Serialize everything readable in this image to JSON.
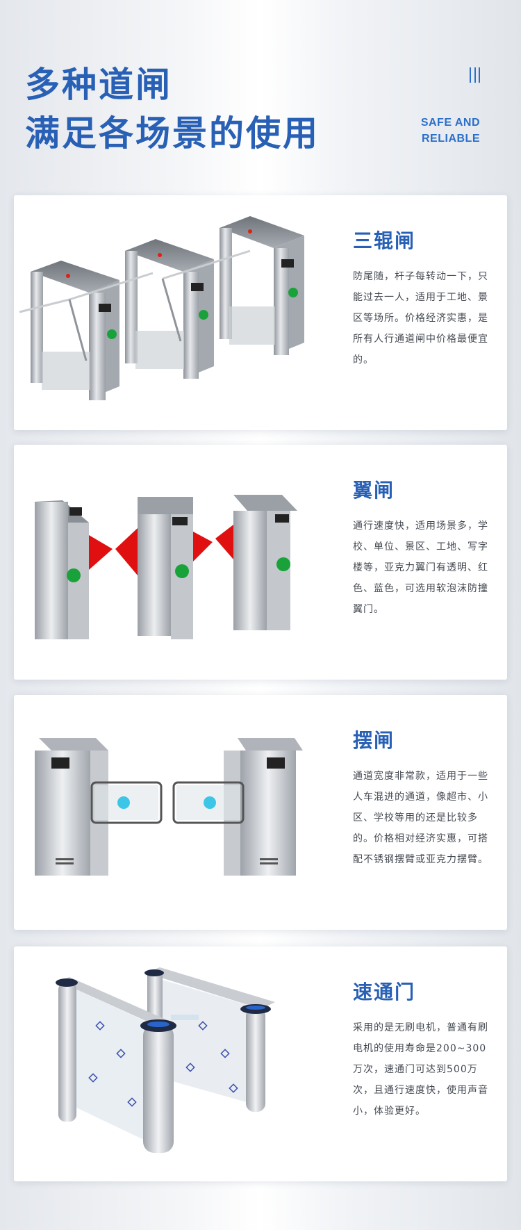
{
  "header": {
    "title_line1": "多种道闸",
    "title_line2": "满足各场景的使用",
    "tag_line1": "SAFE AND",
    "tag_line2": "RELIABLE"
  },
  "products": [
    {
      "title": "三辊闸",
      "description": "防尾随，杆子每转动一下，只能过去一人，适用于工地、景区等场所。价格经济实惠，是所有人行通道闸中价格最便宜的。",
      "visual": "tripod-turnstile-image"
    },
    {
      "title": "翼闸",
      "description": "通行速度快，适用场景多，学校、单位、景区、工地、写字楼等，亚克力翼门有透明、红色、蓝色，可选用软泡沫防撞翼门。",
      "visual": "flap-barrier-image"
    },
    {
      "title": "摆闸",
      "description": "通道宽度非常款，适用于一些人车混进的通道，像超市、小区、学校等用的还是比较多的。价格相对经济实惠，可搭配不锈钢摆臂或亚克力摆臂。",
      "visual": "swing-barrier-image"
    },
    {
      "title": "速通门",
      "description": "采用的是无刷电机，普通有刷电机的使用寿命是200~300万次，速通门可达到500万次，且通行速度快，使用声音小，体验更好。",
      "visual": "speed-gate-image"
    }
  ],
  "colors": {
    "accent": "#2860b5",
    "flap_red": "#e01010",
    "indicator_green": "#1aa23a",
    "steel": "#b9bdc3"
  }
}
